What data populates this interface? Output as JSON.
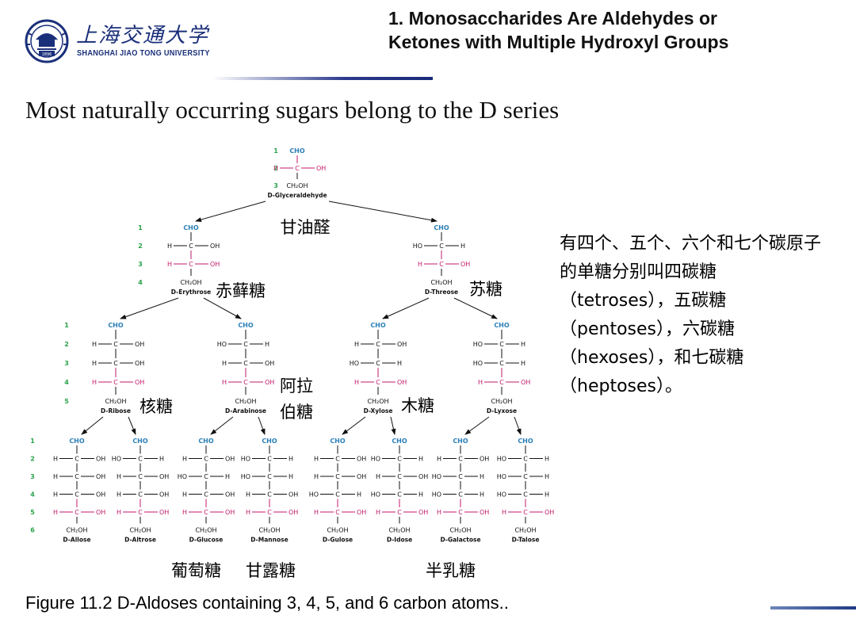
{
  "header": {
    "university_cn": "上海交通大学",
    "university_en": "SHANGHAI JIAO TONG UNIVERSITY",
    "seal_text": "1896",
    "title_line1": "1. Monosaccharides Are Aldehydes or",
    "title_line2": "Ketones with Multiple Hydroxyl Groups"
  },
  "subtitle": "Most naturally occurring sugars belong to the D series",
  "side_text": "有四个、五个、六个和七个碳原子的单糖分别叫四碳糖（tetroses），五碳糖（pentoses），六碳糖（hexoses），和七碳糖（heptoses）。",
  "caption": "Figure 11.2 D-Aldoses containing 3, 4, 5, and 6 carbon atoms..",
  "diagram": {
    "group_labels": [
      "CHO",
      "CH₂OH",
      "OH",
      "H",
      "HO",
      "C"
    ],
    "carbon_numbers": [
      "1",
      "2",
      "3",
      "4",
      "5",
      "6"
    ],
    "sugars": [
      {
        "name": "D-Glyceraldehyde",
        "cn": "甘油醛",
        "config": [
          "R"
        ]
      },
      {
        "name": "D-Erythrose",
        "cn": "赤藓糖",
        "config": [
          "R",
          "R"
        ]
      },
      {
        "name": "D-Threose",
        "cn": "苏糖",
        "config": [
          "L",
          "R"
        ]
      },
      {
        "name": "D-Ribose",
        "cn": "核糖",
        "config": [
          "R",
          "R",
          "R"
        ]
      },
      {
        "name": "D-Arabinose",
        "cn": "阿拉伯糖",
        "config": [
          "L",
          "R",
          "R"
        ]
      },
      {
        "name": "D-Xylose",
        "cn": "木糖",
        "config": [
          "R",
          "L",
          "R"
        ]
      },
      {
        "name": "D-Lyxose",
        "cn": "",
        "config": [
          "L",
          "L",
          "R"
        ]
      },
      {
        "name": "D-Allose",
        "cn": "",
        "config": [
          "R",
          "R",
          "R",
          "R"
        ]
      },
      {
        "name": "D-Altrose",
        "cn": "",
        "config": [
          "L",
          "R",
          "R",
          "R"
        ]
      },
      {
        "name": "D-Glucose",
        "cn": "葡萄糖",
        "config": [
          "R",
          "L",
          "R",
          "R"
        ]
      },
      {
        "name": "D-Mannose",
        "cn": "甘露糖",
        "config": [
          "L",
          "L",
          "R",
          "R"
        ]
      },
      {
        "name": "D-Gulose",
        "cn": "",
        "config": [
          "R",
          "R",
          "L",
          "R"
        ]
      },
      {
        "name": "D-Idose",
        "cn": "",
        "config": [
          "L",
          "R",
          "L",
          "R"
        ]
      },
      {
        "name": "D-Galactose",
        "cn": "半乳糖",
        "config": [
          "R",
          "L",
          "L",
          "R"
        ]
      },
      {
        "name": "D-Talose",
        "cn": "",
        "config": [
          "L",
          "L",
          "L",
          "R"
        ]
      }
    ]
  },
  "colors": {
    "accent_blue": "#1a2f7a",
    "cho_blue": "#2a7fb8",
    "number_green": "#2aa24a",
    "stereocenter_magenta": "#c2186b"
  }
}
